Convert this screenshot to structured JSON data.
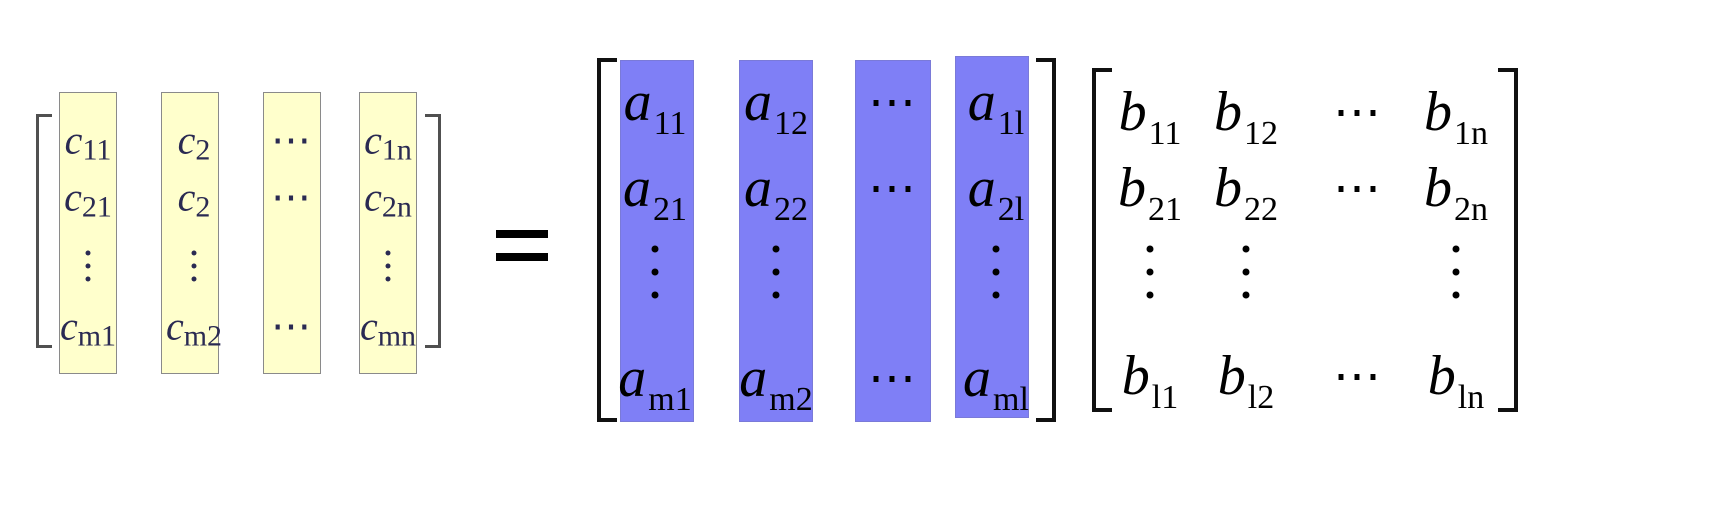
{
  "equation": {
    "operator": "=",
    "C": {
      "columns": [
        [
          {
            "base": "c",
            "sub": "11"
          },
          {
            "base": "c",
            "sub": "21"
          },
          {
            "vdots": true
          },
          {
            "base": "c",
            "sub": "m1"
          }
        ],
        [
          {
            "base": "c",
            "sub": "2"
          },
          {
            "base": "c",
            "sub": "2"
          },
          {
            "vdots": true
          },
          {
            "base": "c",
            "sub": "m2"
          }
        ],
        [
          {
            "text": "⋯"
          },
          {
            "text": "⋯"
          },
          {
            "blank": true
          },
          {
            "text": "⋯"
          }
        ],
        [
          {
            "base": "c",
            "sub": "1n"
          },
          {
            "base": "c",
            "sub": "2n"
          },
          {
            "vdots": true
          },
          {
            "base": "c",
            "sub": "mn"
          }
        ]
      ],
      "highlight_color": "#ffffcc"
    },
    "A": {
      "columns": [
        [
          {
            "base": "a",
            "sub": "11"
          },
          {
            "base": "a",
            "sub": "21"
          },
          {
            "vdots": true
          },
          {
            "base": "a",
            "sub": "m1"
          }
        ],
        [
          {
            "base": "a",
            "sub": "12"
          },
          {
            "base": "a",
            "sub": "22"
          },
          {
            "vdots": true
          },
          {
            "base": "a",
            "sub": "m2"
          }
        ],
        [
          {
            "text": "⋯"
          },
          {
            "text": "⋯"
          },
          {
            "blank": true
          },
          {
            "text": "⋯"
          }
        ],
        [
          {
            "base": "a",
            "sub": "1l"
          },
          {
            "base": "a",
            "sub": "2l"
          },
          {
            "vdots": true
          },
          {
            "base": "a",
            "sub": "ml"
          }
        ]
      ],
      "highlight_color": "#7f7ff6"
    },
    "B": {
      "columns": [
        [
          {
            "base": "b",
            "sub": "11"
          },
          {
            "base": "b",
            "sub": "21"
          },
          {
            "vdots": true
          },
          {
            "base": "b",
            "sub": "l1"
          }
        ],
        [
          {
            "base": "b",
            "sub": "12"
          },
          {
            "base": "b",
            "sub": "22"
          },
          {
            "vdots": true
          },
          {
            "base": "b",
            "sub": "l2"
          }
        ],
        [
          {
            "text": "⋯"
          },
          {
            "text": "⋯"
          },
          {
            "blank": true
          },
          {
            "text": "⋯"
          }
        ],
        [
          {
            "base": "b",
            "sub": "1n"
          },
          {
            "base": "b",
            "sub": "2n"
          },
          {
            "vdots": true
          },
          {
            "base": "b",
            "sub": "ln"
          }
        ]
      ]
    }
  }
}
